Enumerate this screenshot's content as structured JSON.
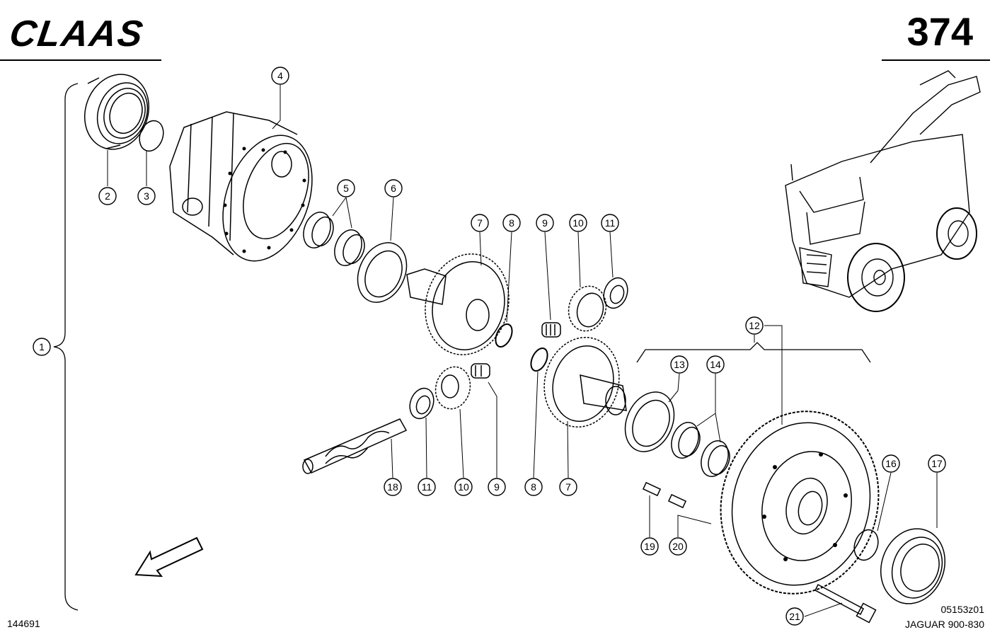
{
  "header": {
    "brand": "CLAAS",
    "page_number": "374"
  },
  "footer": {
    "document_number": "144691",
    "drawing_number": "05153z01",
    "model": "JAGUAR 900-830"
  },
  "callouts": [
    "1",
    "2",
    "3",
    "4",
    "5",
    "6",
    "7",
    "8",
    "9",
    "10",
    "11",
    "12",
    "13",
    "14",
    "16",
    "17",
    "18",
    "11",
    "10",
    "9",
    "8",
    "7",
    "19",
    "20",
    "21"
  ],
  "colors": {
    "ink": "#000000",
    "paper": "#ffffff"
  },
  "icons": [
    "direction-arrow-icon",
    "forage-harvester-illustration"
  ]
}
